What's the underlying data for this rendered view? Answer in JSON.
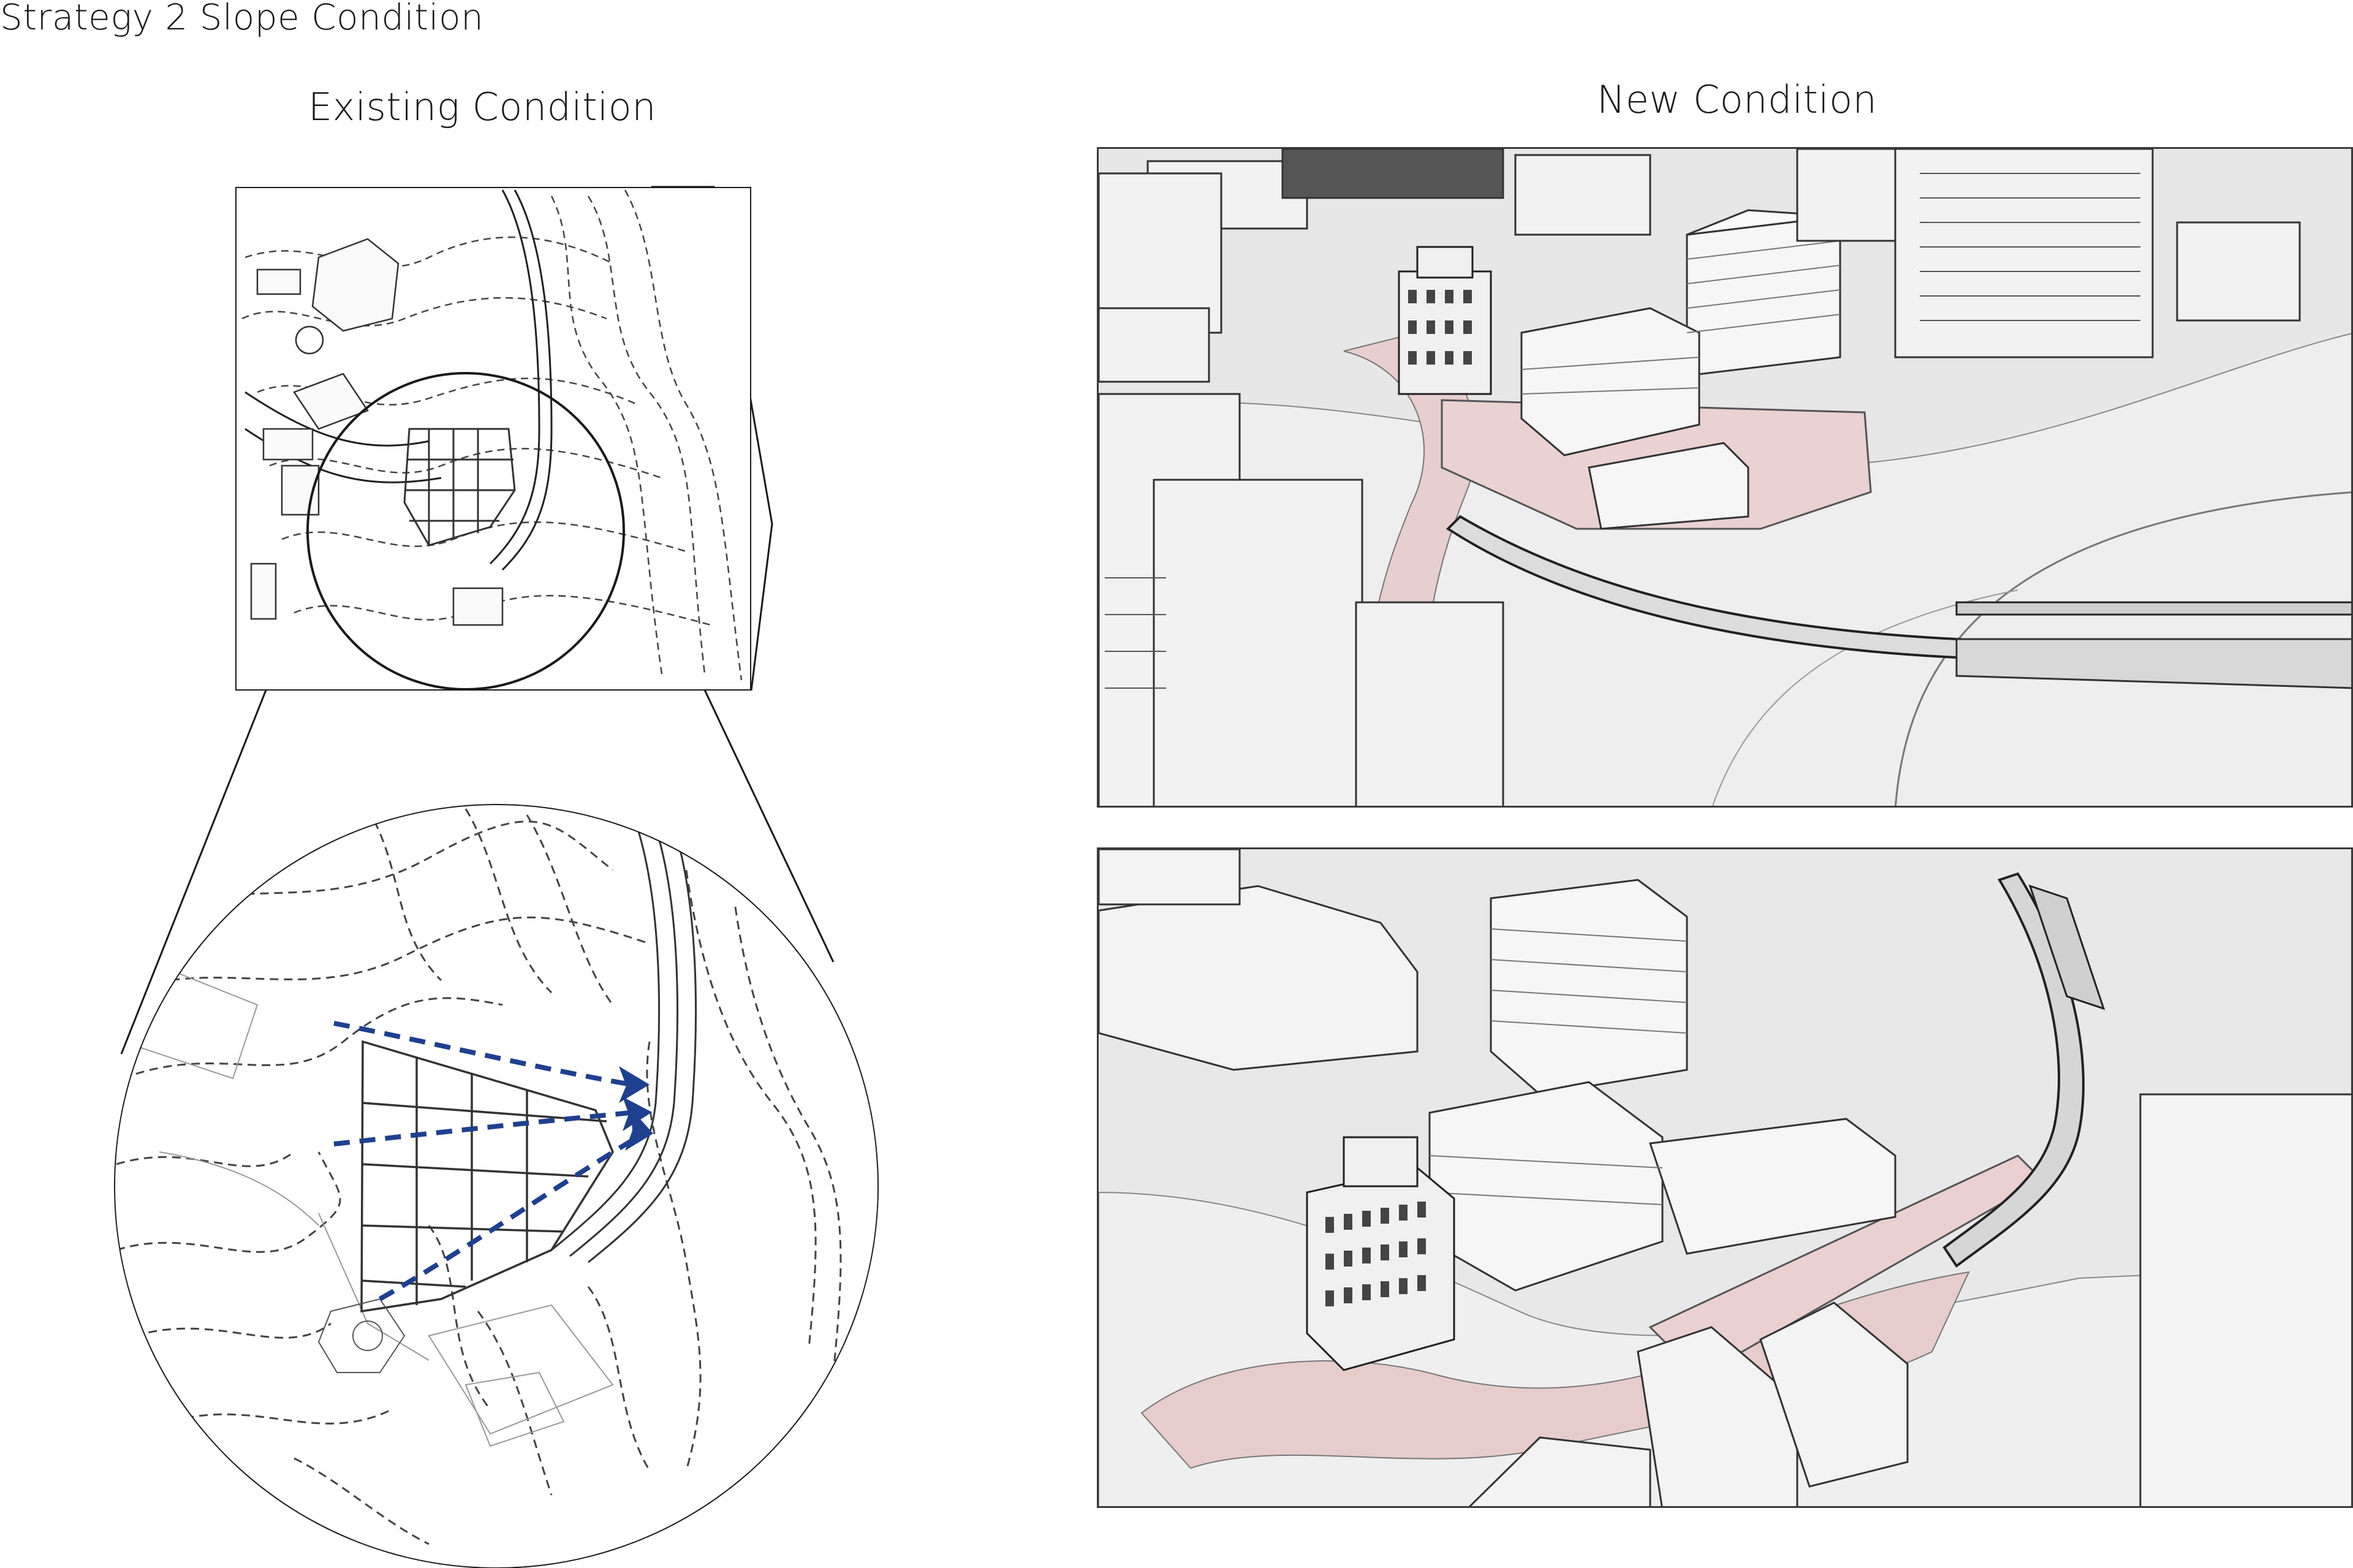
{
  "page_title": "Strategy 2 Slope Condition",
  "existing": {
    "title": "Existing Condition"
  },
  "new": {
    "title": "New Condition"
  },
  "colors": {
    "line": "#1a1a1a",
    "contour": "#555555",
    "arrow": "#1f3f8f",
    "pink": "#e9c9c9",
    "massing": "#f4f4f4",
    "ground": "#e6e6e6"
  },
  "icons": [
    "flow-arrow-icon"
  ]
}
